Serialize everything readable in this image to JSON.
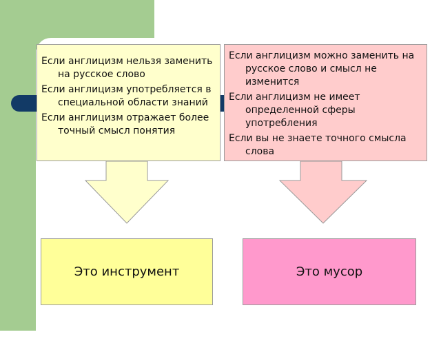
{
  "colors": {
    "left_box": "#ffffcc",
    "right_box": "#ffcccc",
    "left_result": "#ffff99",
    "right_result": "#ff99cc",
    "accent_green": "#a4cc91",
    "accent_blue": "#123a66"
  },
  "left": {
    "conditions": [
      "Если англицизм нельзя заменить на русское слово",
      "Если англицизм употребляется в специальной области знаний",
      "Если англицизм отражает более точный смысл понятия"
    ],
    "result": "Это инструмент"
  },
  "right": {
    "conditions": [
      "Если англицизм можно заменить на русское слово и смысл не изменится",
      "Если англицизм не имеет определенной сферы употребления",
      "Если вы не знаете точного смысла слова"
    ],
    "result": "Это мусор"
  }
}
